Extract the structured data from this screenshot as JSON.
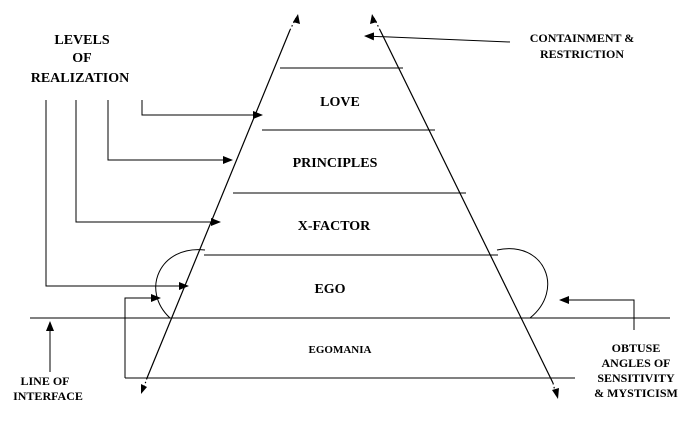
{
  "title_lines": [
    "LEVELS",
    "OF",
    "REALIZATION"
  ],
  "levels": [
    "LOVE",
    "PRINCIPLES",
    "X-FACTOR",
    "EGO",
    "EGOMANIA"
  ],
  "labels": {
    "containment_line1": "CONTAINMENT &",
    "containment_line2": "RESTRICTION",
    "interface_line1": "LINE OF",
    "interface_line2": "INTERFACE",
    "obtuse_line1": "OBTUSE",
    "obtuse_line2": "ANGLES OF",
    "obtuse_line3": "SENSITIVITY",
    "obtuse_line4": "& MYSTICISM"
  },
  "colors": {
    "ink": "#000000",
    "background": "#ffffff"
  }
}
